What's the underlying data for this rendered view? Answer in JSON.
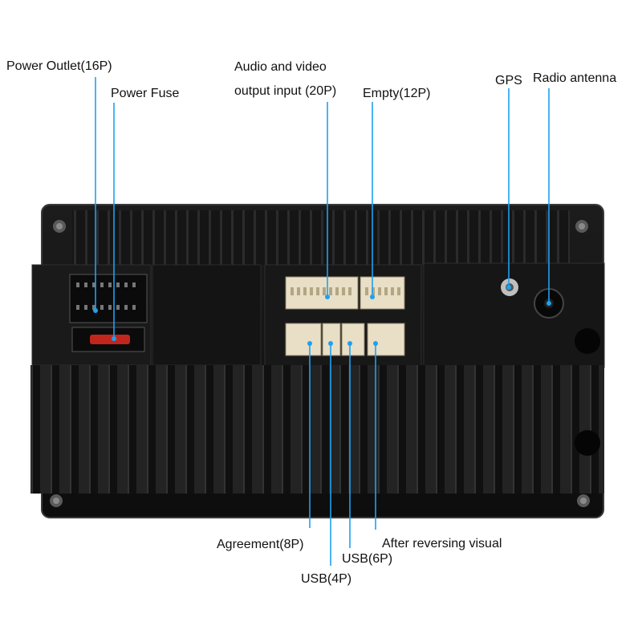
{
  "accent_color": "#1da1f2",
  "labels": {
    "power_outlet": "Power Outlet(16P)",
    "power_fuse": "Power Fuse",
    "av_line1": "Audio and video",
    "av_line2": "output input (20P)",
    "empty": "Empty(12P)",
    "gps": "GPS",
    "radio_antenna": "Radio antenna",
    "agreement": "Agreement(8P)",
    "usb_6p": "USB(6P)",
    "usb_4p": "USB(4P)",
    "after_reversing": "After reversing visual"
  }
}
